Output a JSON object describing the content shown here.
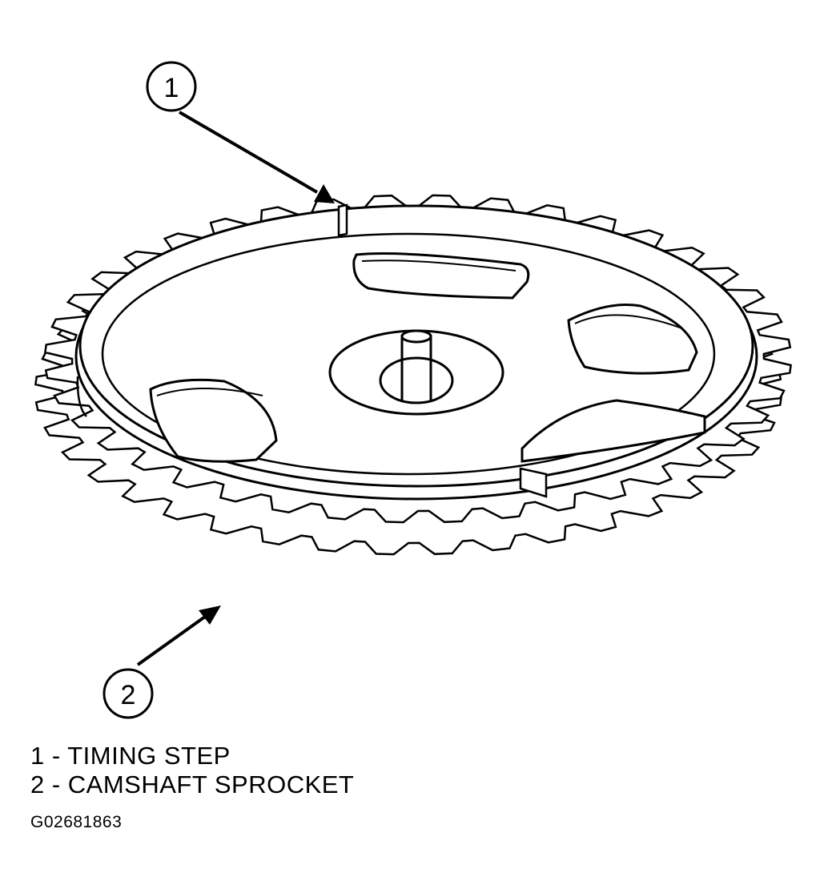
{
  "callouts": [
    {
      "number": "1"
    },
    {
      "number": "2"
    }
  ],
  "legend": [
    {
      "text": "1 - TIMING STEP"
    },
    {
      "text": "2 - CAMSHAFT SPROCKET"
    }
  ],
  "figure_id": "G02681863",
  "colors": {
    "line": "#000000",
    "background": "#ffffff"
  }
}
